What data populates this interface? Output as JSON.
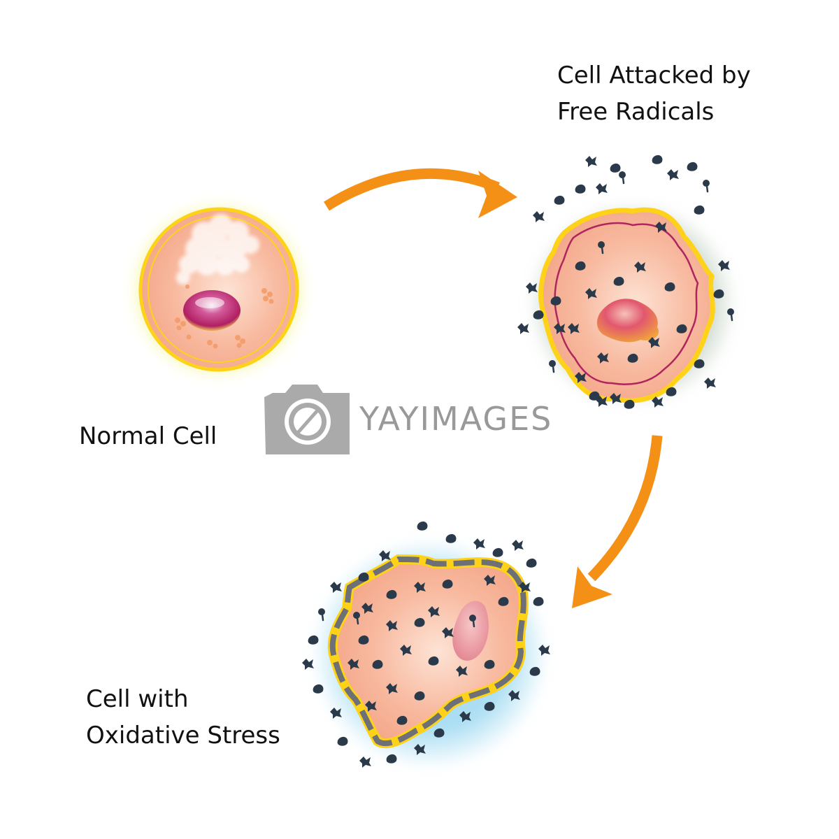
{
  "labels": {
    "attacked_line1": "Cell Attacked by",
    "attacked_line2": "Free Radicals",
    "normal": "Normal Cell",
    "stress_line1": "Cell with",
    "stress_line2": "Oxidative Stress"
  },
  "watermark": {
    "text": "YAYIMAGES",
    "icon": "camera-icon"
  },
  "colors": {
    "arrow": "#f39015",
    "cytoplasm": "#f7b49a",
    "membrane": "#ffd21a",
    "nucleus": "#c9337a",
    "radical": "#2b3a4a",
    "stress_halo": "#8fd3ef",
    "normal_halo": "#f2f26a"
  }
}
